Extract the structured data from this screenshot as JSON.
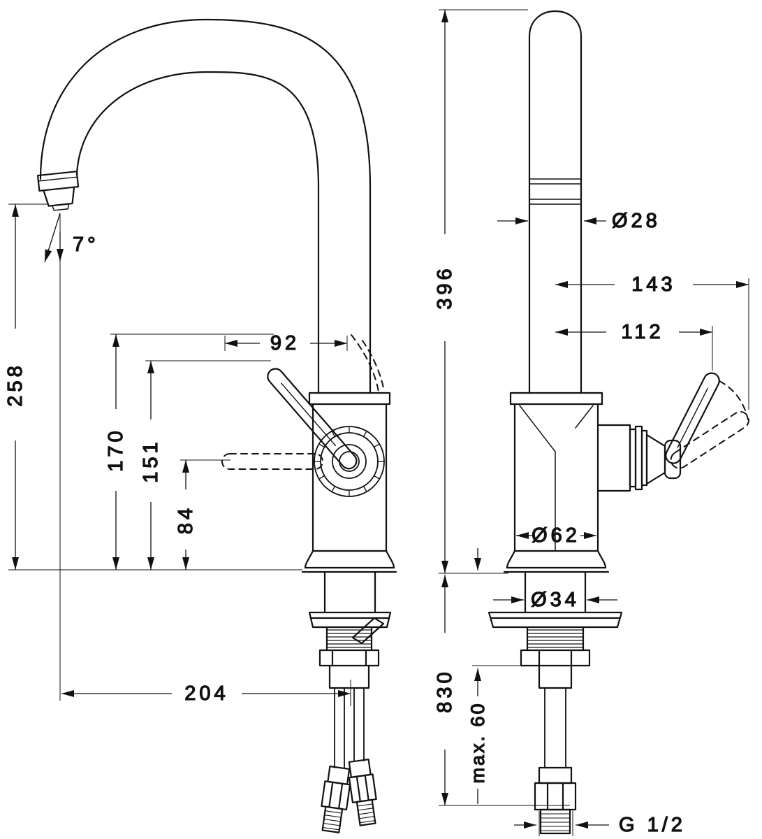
{
  "drawing": {
    "left_view": {
      "angle": "7°",
      "spout_height": "258",
      "handle_height": "170",
      "dim_151": "151",
      "dim_84": "84",
      "dim_92": "92",
      "spout_reach": "204"
    },
    "right_view": {
      "total_height": "396",
      "pipe_diameter": "Ø28",
      "dim_143": "143",
      "dim_112": "112",
      "body_diameter": "Ø62",
      "shank_diameter": "Ø34",
      "hose_length": "830",
      "max_counter_thickness": "max. 60",
      "connection_thread": "G 1/2"
    }
  }
}
